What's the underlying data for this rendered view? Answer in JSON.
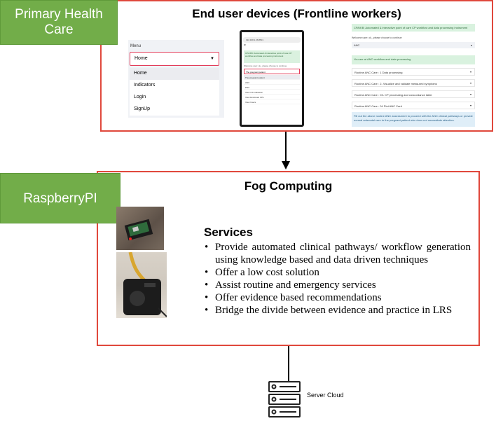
{
  "labels": {
    "primary_health_care": "Primary Health Care",
    "raspberry_pi": "RaspberryPI",
    "end_user_title": "End user devices (Frontline workers)",
    "fog_title": "Fog Computing",
    "server_cloud": "Server Cloud"
  },
  "menu_screenshot": {
    "label": "Menu",
    "selected": "Home",
    "items": [
      "Home",
      "Indicators",
      "Login",
      "SignUp"
    ]
  },
  "phone_screenshot": {
    "url": "192.168.1.36:8501",
    "alert": "CPA/KB: Automated & interactive point of care CP workflow and data processing instrument",
    "prompt": "Welcome user: ok_ please choose to continue",
    "selected": "The pregnant patient",
    "options": [
      "The pregnant patient",
      "ANC",
      "PNC",
      "View CS Indication",
      "View Endorsed CPs",
      "View Users"
    ]
  },
  "form_screenshot": {
    "header": "CPA/KB: Automated & interactive point of care CP workflow and data processing instrument",
    "welcome": "Welcome user: ok_ please choose to continue",
    "select_value": "ANC",
    "status": "You are at ANC workflow and data processing",
    "rows": [
      "Routine ANC Care : 1 Data processing",
      "Routine ANC Care : 2- Visualize and validate measured symptoms",
      "Routine ANC Care : 03- CP processing and concordance table",
      "Routine ANC Care : 04 Plot ANC Card"
    ],
    "info": "Fill out the above routine ANC assessment to proceed with the ANC clinical pathways or provide normal antenatal care to the pregnant patient who does not necessitate attention."
  },
  "services": {
    "title": "Services",
    "bullet": "•",
    "items": [
      "Provide automated clinical pathways/ workflow generation using knowledge based and data driven techniques",
      "Offer a low cost solution",
      "Assist routine and emergency services",
      "Offer evidence based recommendations",
      "Bridge the divide between evidence and practice in LRS"
    ]
  },
  "colors": {
    "box_border": "#e0483c",
    "tag_green": "#72ad49"
  },
  "icons": [
    "server-icon",
    "down-arrow-icon"
  ]
}
